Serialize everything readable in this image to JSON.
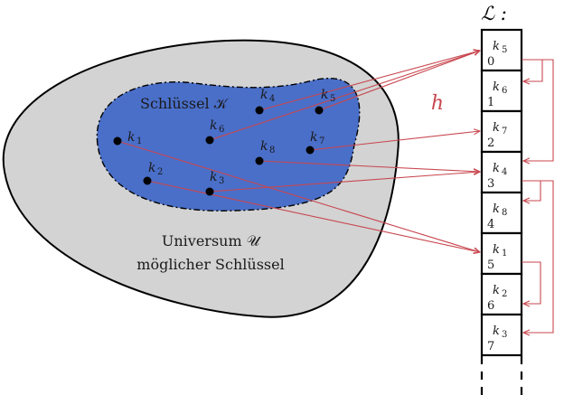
{
  "universe": {
    "line1": "Universum 𝒰",
    "line2": "möglicher Schlüssel"
  },
  "keyset": {
    "label": "Schlüssel 𝒦"
  },
  "hash_label": "h",
  "table": {
    "title": "ℒ :",
    "slots": [
      {
        "index": "0",
        "key": "5"
      },
      {
        "index": "1",
        "key": "6"
      },
      {
        "index": "2",
        "key": "7"
      },
      {
        "index": "3",
        "key": "4"
      },
      {
        "index": "4",
        "key": "8"
      },
      {
        "index": "5",
        "key": "1"
      },
      {
        "index": "6",
        "key": "2"
      },
      {
        "index": "7",
        "key": "3"
      }
    ]
  },
  "keys": [
    {
      "name": "k",
      "sub": "1"
    },
    {
      "name": "k",
      "sub": "2"
    },
    {
      "name": "k",
      "sub": "3"
    },
    {
      "name": "k",
      "sub": "4"
    },
    {
      "name": "k",
      "sub": "5"
    },
    {
      "name": "k",
      "sub": "6"
    },
    {
      "name": "k",
      "sub": "7"
    },
    {
      "name": "k",
      "sub": "8"
    }
  ],
  "colors": {
    "universe_fill": "#d3d3d3",
    "keyset_fill": "#4a6fc9",
    "arrow": "#c8474f",
    "hash_label": "#c8474f"
  }
}
